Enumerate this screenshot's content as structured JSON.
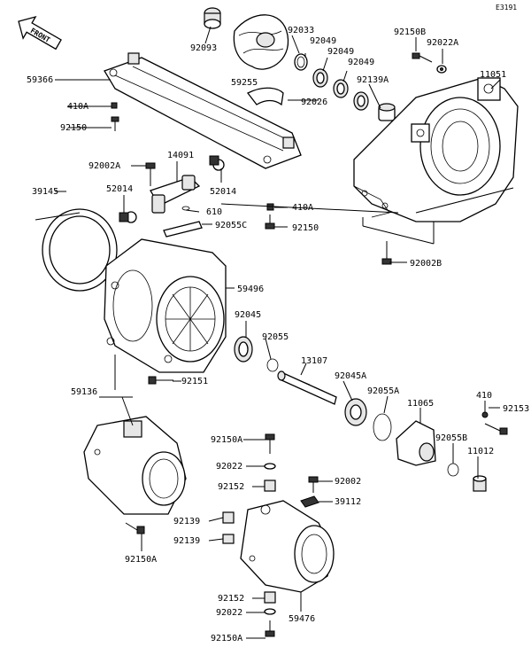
{
  "diagram_code": "E3191",
  "front_label": "FRONT",
  "callouts": [
    {
      "id": "c-92093",
      "label": "92093"
    },
    {
      "id": "c-92033",
      "label": "92033"
    },
    {
      "id": "c-92049a",
      "label": "92049"
    },
    {
      "id": "c-92049b",
      "label": "92049"
    },
    {
      "id": "c-92049c",
      "label": "92049"
    },
    {
      "id": "c-92150b",
      "label": "92150B"
    },
    {
      "id": "c-92022a",
      "label": "92022A"
    },
    {
      "id": "c-59366",
      "label": "59366"
    },
    {
      "id": "c-59255",
      "label": "59255"
    },
    {
      "id": "c-92139a",
      "label": "92139A"
    },
    {
      "id": "c-11051",
      "label": "11051"
    },
    {
      "id": "c-410a-top",
      "label": "410A"
    },
    {
      "id": "c-92026",
      "label": "92026"
    },
    {
      "id": "c-92150-top",
      "label": "92150"
    },
    {
      "id": "c-92002a",
      "label": "92002A"
    },
    {
      "id": "c-14091",
      "label": "14091"
    },
    {
      "id": "c-39145",
      "label": "39145"
    },
    {
      "id": "c-52014a",
      "label": "52014"
    },
    {
      "id": "c-52014b",
      "label": "52014"
    },
    {
      "id": "c-610",
      "label": "610"
    },
    {
      "id": "c-410a-mid",
      "label": "410A"
    },
    {
      "id": "c-92055c",
      "label": "92055C"
    },
    {
      "id": "c-92150-mid",
      "label": "92150"
    },
    {
      "id": "c-92002b",
      "label": "92002B"
    },
    {
      "id": "c-59496",
      "label": "59496"
    },
    {
      "id": "c-92045",
      "label": "92045"
    },
    {
      "id": "c-92055",
      "label": "92055"
    },
    {
      "id": "c-13107",
      "label": "13107"
    },
    {
      "id": "c-92151",
      "label": "92151"
    },
    {
      "id": "c-92045a",
      "label": "92045A"
    },
    {
      "id": "c-59136",
      "label": "59136"
    },
    {
      "id": "c-92055a",
      "label": "92055A"
    },
    {
      "id": "c-410",
      "label": "410"
    },
    {
      "id": "c-11065",
      "label": "11065"
    },
    {
      "id": "c-92153",
      "label": "92153"
    },
    {
      "id": "c-92150a-top",
      "label": "92150A"
    },
    {
      "id": "c-92055b",
      "label": "92055B"
    },
    {
      "id": "c-92022-top",
      "label": "92022"
    },
    {
      "id": "c-11012",
      "label": "11012"
    },
    {
      "id": "c-92002",
      "label": "92002"
    },
    {
      "id": "c-92152-top",
      "label": "92152"
    },
    {
      "id": "c-39112",
      "label": "39112"
    },
    {
      "id": "c-92139a-low",
      "label": "92139"
    },
    {
      "id": "c-92139b-low",
      "label": "92139"
    },
    {
      "id": "c-92150a-left",
      "label": "92150A"
    },
    {
      "id": "c-92152-bot",
      "label": "92152"
    },
    {
      "id": "c-92022-bot",
      "label": "92022"
    },
    {
      "id": "c-59476",
      "label": "59476"
    },
    {
      "id": "c-92150a-bot",
      "label": "92150A"
    }
  ]
}
